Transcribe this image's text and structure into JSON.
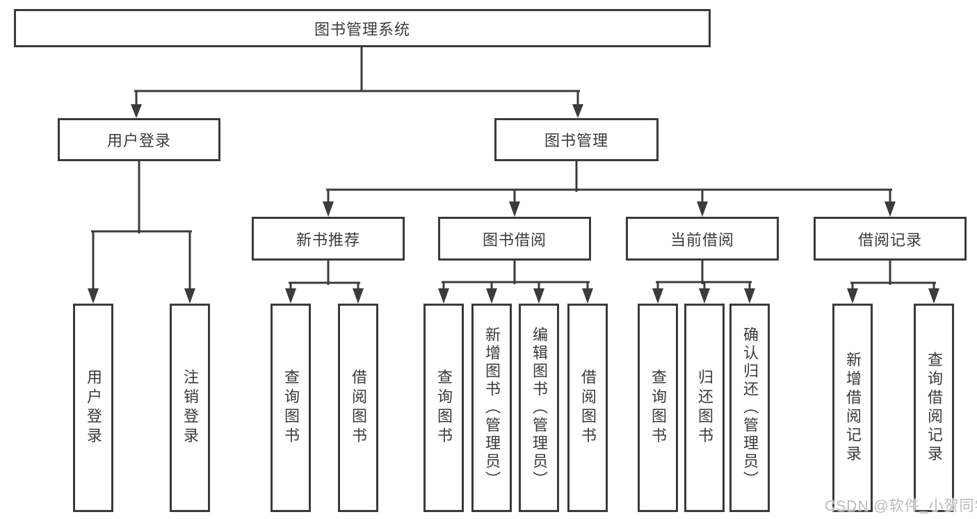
{
  "diagram": {
    "title_node": "图书管理系统",
    "nodes": {
      "user_login": "用户登录",
      "book_mgmt": "图书管理",
      "new_book_rec": "新书推荐",
      "book_borrow": "图书借阅",
      "current_borrow": "当前借阅",
      "borrow_record": "借阅记录"
    },
    "leaves_user_login": [
      "用户登录",
      "注销登录"
    ],
    "leaves_new_book_rec": [
      "查询图书",
      "借阅图书"
    ],
    "leaves_book_borrow": [
      "查询图书",
      "新增图书（管理员）",
      "编辑图书（管理员）",
      "借阅图书"
    ],
    "leaves_current_borrow": [
      "查询图书",
      "归还图书",
      "确认归还（管理员）"
    ],
    "leaves_borrow_record": [
      "新增借阅记录",
      "查询借阅记录"
    ]
  },
  "watermark": {
    "text": "CSDN @软件_小贺同学"
  },
  "colors": {
    "line": "#3b3b3b",
    "border": "#3a3a3a",
    "text": "#3a3a3a",
    "watermark": "#b9b9b9",
    "background": "#ffffff"
  }
}
